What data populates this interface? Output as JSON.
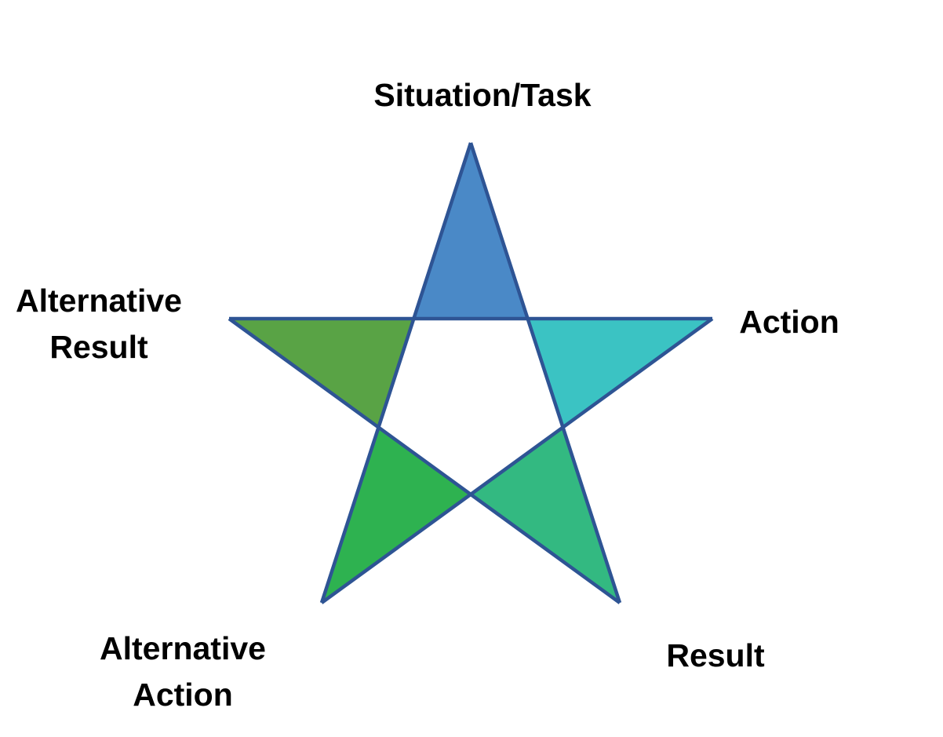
{
  "diagram": {
    "type": "pentagram-star",
    "background_color": "#FFFFFF",
    "label_text_color": "#000000",
    "star": {
      "outline_color": "#2E5494",
      "center_fill": "#FFFFFF",
      "points": [
        {
          "id": "top",
          "label": "Situation/Task",
          "color": "#4A89C7"
        },
        {
          "id": "right",
          "label": "Action",
          "color": "#3BC3C3"
        },
        {
          "id": "bottom-right",
          "label": "Result",
          "color": "#33B981"
        },
        {
          "id": "bottom-left",
          "label": "Alternative Action",
          "color": "#2EB250"
        },
        {
          "id": "left",
          "label": "Alternative Result",
          "color": "#59A345"
        }
      ]
    }
  }
}
